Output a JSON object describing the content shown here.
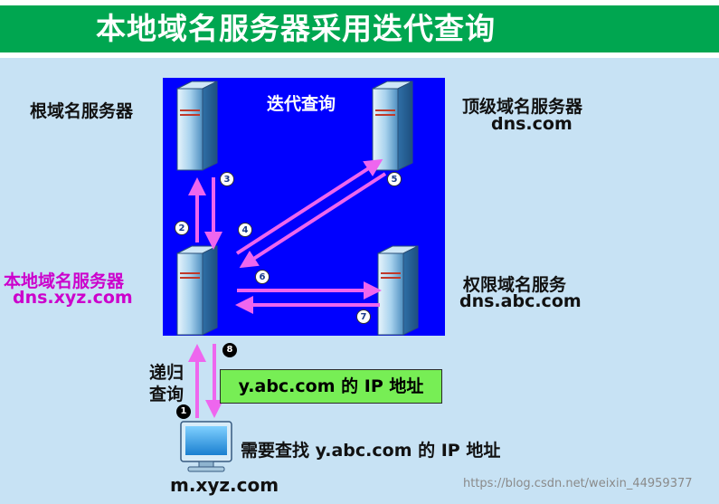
{
  "title": "本地域名服务器采用迭代查询",
  "iterative_label": "迭代查询",
  "servers": {
    "root": {
      "label": "根域名服务器"
    },
    "top_level": {
      "label": "顶级域名服务器",
      "domain": "dns.com"
    },
    "local": {
      "label": "本地域名服务器",
      "domain": "dns.xyz.com"
    },
    "authoritative": {
      "label": "权限域名服务",
      "domain": "dns.abc.com"
    }
  },
  "recursive_label": [
    "递归",
    "查询"
  ],
  "answer": "y.abc.com 的 IP 地址",
  "client": {
    "domain": "m.xyz.com",
    "caption": "需要查找 y.abc.com 的 IP 地址"
  },
  "steps": {
    "s1": "1",
    "s2": "2",
    "s3": "3",
    "s4": "4",
    "s5": "5",
    "s6": "6",
    "s7": "7",
    "s8": "8"
  },
  "watermark": "https://blog.csdn.net/weixin_44959377",
  "colors": {
    "title_bg": "#00a650",
    "panel": "#0000ff",
    "arrow": "#ee66ee",
    "local_label": "#cc00cc",
    "answer_bg": "#77ee55"
  }
}
